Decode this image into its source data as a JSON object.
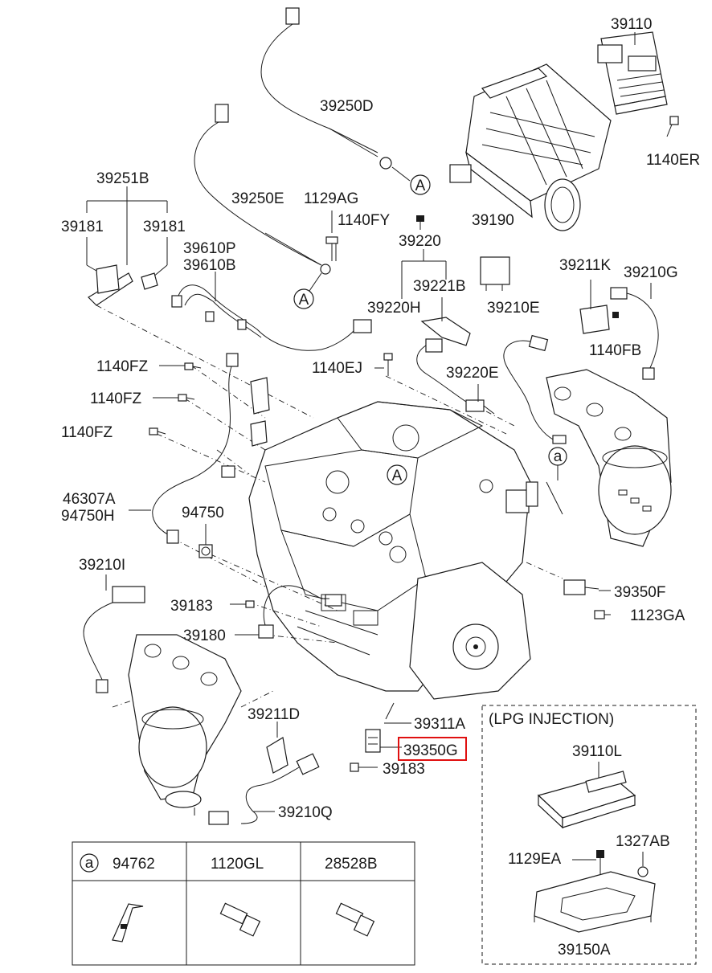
{
  "labels": {
    "p39110": "39110",
    "p39250D": "39250D",
    "p1140ER": "1140ER",
    "p39251B": "39251B",
    "p39181_left": "39181",
    "p39181_right": "39181",
    "p39250E": "39250E",
    "p1129AG": "1129AG",
    "p1140FY": "1140FY",
    "p39190": "39190",
    "p39220": "39220",
    "p39610P": "39610P",
    "p39610B": "39610B",
    "p39221B": "39221B",
    "p39211K": "39211K",
    "p39210G": "39210G",
    "p39220H": "39220H",
    "p39210E": "39210E",
    "p1140FB": "1140FB",
    "p1140FZ_1": "1140FZ",
    "p1140EJ": "1140EJ",
    "p39220E": "39220E",
    "p1140FZ_2": "1140FZ",
    "p1140FZ_3": "1140FZ",
    "p46307A": "46307A",
    "p94750H": "94750H",
    "p94750": "94750",
    "p39210I": "39210I",
    "p39350F": "39350F",
    "p39183_1": "39183",
    "p1123GA": "1123GA",
    "p39180": "39180",
    "p39211D": "39211D",
    "p39311A": "39311A",
    "p39350G": "39350G",
    "p39183_2": "39183",
    "p39210Q": "39210Q",
    "lpg_title": "(LPG INJECTION)",
    "p39110L": "39110L",
    "p1129EA": "1129EA",
    "p1327AB": "1327AB",
    "p39150A": "39150A"
  },
  "refs": {
    "A_top": "A",
    "A_mid": "A",
    "A_engine": "A",
    "a_small": "a"
  },
  "legend_table": {
    "marker": "a",
    "headers": [
      "94762",
      "1120GL",
      "28528B"
    ]
  },
  "highlight_color": "#e01010"
}
